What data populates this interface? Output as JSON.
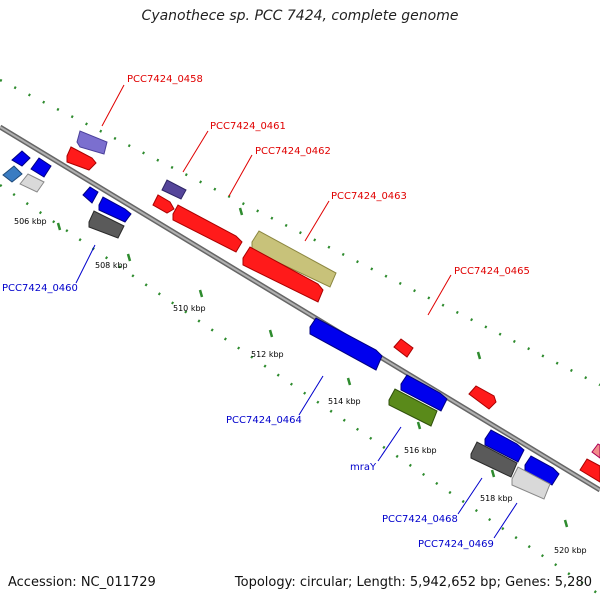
{
  "title": "Cyanothece sp. PCC 7424, complete genome",
  "footer": {
    "accession": "Accession: NC_011729",
    "summary": "Topology: circular; Length: 5,942,652 bp; Genes: 5,280"
  },
  "scale_labels": [
    "506 kbp",
    "508 kbp",
    "510 kbp",
    "512 kbp",
    "514 kbp",
    "516 kbp",
    "518 kbp",
    "520 kbp"
  ],
  "gene_labels": {
    "g0458": "PCC7424_0458",
    "g0461": "PCC7424_0461",
    "g0462": "PCC7424_0462",
    "g0463": "PCC7424_0463",
    "g0465": "PCC7424_0465",
    "g0460": "PCC7424_0460",
    "g0464": "PCC7424_0464",
    "mraY": "mraY",
    "g0468": "PCC7424_0468",
    "g0469": "PCC7424_0469"
  },
  "colors": {
    "backbone": "#888888",
    "tick": "#2e8b2e",
    "forward_strand": "#ff0000",
    "reverse_strand": "#0000ff",
    "label_forward": "#e00000",
    "label_reverse": "#0000cc"
  }
}
